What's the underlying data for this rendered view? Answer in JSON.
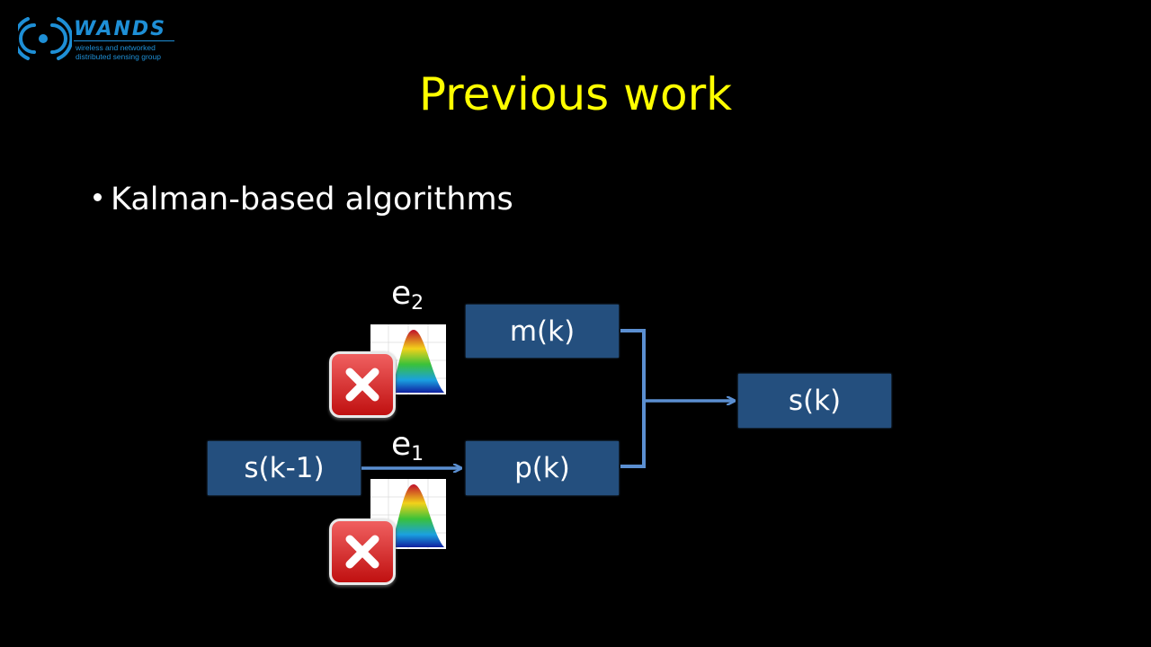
{
  "logo": {
    "name": "WANDS",
    "tagline_line1": "wireless and networked",
    "tagline_line2": "distributed sensing group"
  },
  "title": "Previous work",
  "bullet": "Kalman-based algorithms",
  "diagram": {
    "nodes": {
      "m": "m(k)",
      "p": "p(k)",
      "s_prev": "s(k-1)",
      "s": "s(k)"
    },
    "errors": {
      "e2": {
        "base": "e",
        "sub": "2"
      },
      "e1": {
        "base": "e",
        "sub": "1"
      }
    }
  },
  "colors": {
    "title": "#ffff00",
    "box_fill": "#244f7e",
    "connector": "#5b8fd1",
    "logo": "#1e8fd6",
    "reject": "#d41c1c"
  },
  "icons": [
    "wifi-wave-icon",
    "gaussian-plot-icon",
    "reject-x-icon"
  ]
}
